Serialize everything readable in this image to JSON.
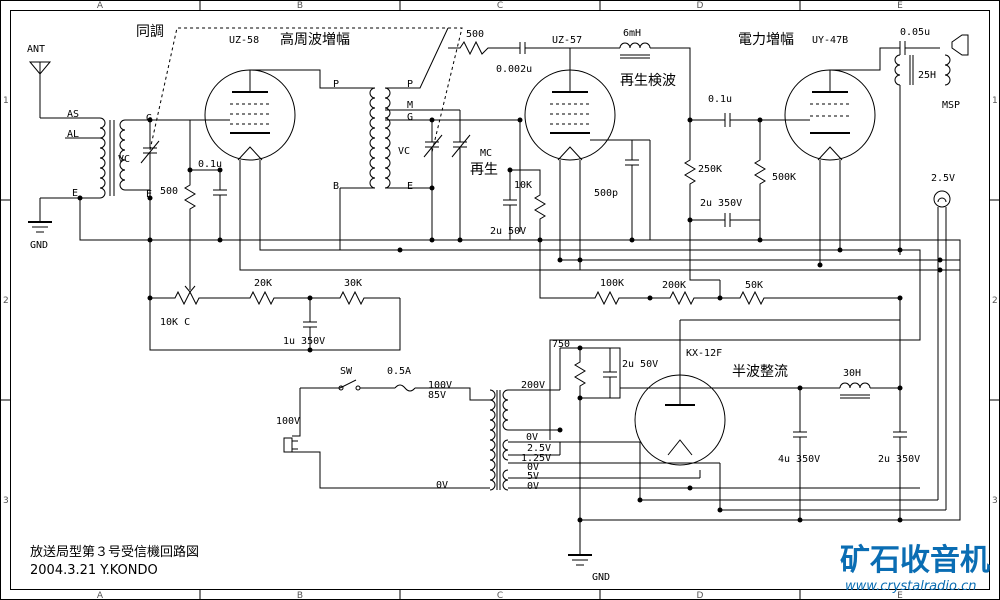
{
  "grid": {
    "cols": [
      "A",
      "B",
      "C",
      "D",
      "E"
    ],
    "rows": [
      "1",
      "2",
      "3"
    ]
  },
  "title": {
    "line1": "放送局型第３号受信機回路図",
    "line2": "2004.3.21 Y.KONDO"
  },
  "watermark": {
    "brand": "矿石收音机",
    "url": "www.crystalradio.cn"
  },
  "labels": {
    "ant": "ANT",
    "as": "AS",
    "al": "AL",
    "e": "E",
    "gnd": "GND",
    "gnd2": "GND",
    "dotai": "同調",
    "uz58": "UZ-58",
    "koshuha": "高周波増幅",
    "g1": "G",
    "vc1": "VC",
    "f1": "E",
    "c01u": "0.1u",
    "r500k": "500",
    "p1": "P",
    "p2": "P",
    "m": "M",
    "g2": "G",
    "vc2": "VC",
    "b": "B",
    "e2": "E",
    "mc": "MC",
    "saisei": "再生",
    "r500": "500",
    "c0002u": "0.002u",
    "uz57": "UZ-57",
    "l6mh": "6mH",
    "saiseikenpa": "再生検波",
    "r10k": "10K",
    "c2u50v": "2u 50V",
    "c500p": "500p",
    "denryoku": "電力増幅",
    "uy47b": "UY-47B",
    "c005u": "0.05u",
    "l25h": "25H",
    "msp": "MSP",
    "c01u2": "0.1u",
    "r250k": "250K",
    "r500k2": "500K",
    "c2u350v": "2u 350V",
    "v25": "2.5V",
    "r20k": "20K",
    "r30k": "30K",
    "r10kc": "10K C",
    "c1u350v": "1u 350V",
    "r100k": "100K",
    "r200k": "200K",
    "r50k": "50K",
    "r750": "750",
    "c2u50v2": "2u 50V",
    "kx12f": "KX-12F",
    "hanpa": "半波整流",
    "l30h": "30H",
    "c4u350v": "4u 350V",
    "c2u350v2": "2u 350V",
    "sw": "SW",
    "fuse": "0.5A",
    "v100": "100V",
    "v100in": "100V",
    "v85": "85V",
    "v0a": "0V",
    "v200": "200V",
    "v0b": "0V",
    "v25b": "2.5V",
    "v125": "1.25V",
    "v0c": "0V",
    "v5": "5V",
    "v0d": "0V"
  }
}
